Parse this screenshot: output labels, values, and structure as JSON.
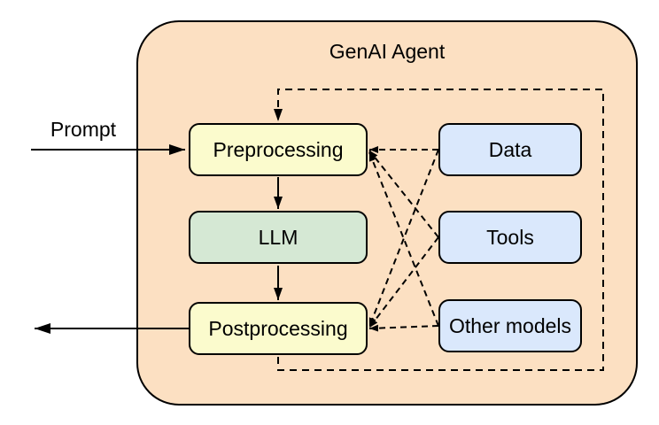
{
  "title": "GenAI Agent",
  "input_label": "Prompt",
  "nodes": {
    "preprocessing": {
      "label": "Preprocessing"
    },
    "llm": {
      "label": "LLM"
    },
    "postprocessing": {
      "label": "Postprocessing"
    },
    "data": {
      "label": "Data"
    },
    "tools": {
      "label": "Tools"
    },
    "other_models": {
      "label": "Other models"
    }
  },
  "colors": {
    "container_fill": "#FCE0C2",
    "process_fill": "#FBFBCD",
    "llm_fill": "#D5E8D4",
    "resource_fill": "#DAE8FC",
    "line": "#000000",
    "background": "#FFFFFF"
  },
  "edges": [
    {
      "from": "Prompt",
      "to": "Preprocessing",
      "style": "solid-arrow"
    },
    {
      "from": "Preprocessing",
      "to": "LLM",
      "style": "solid-arrow"
    },
    {
      "from": "LLM",
      "to": "Postprocessing",
      "style": "solid-arrow"
    },
    {
      "from": "Postprocessing",
      "to": "output",
      "style": "solid-arrow"
    },
    {
      "from": "Postprocessing",
      "to": "Preprocessing",
      "style": "dashed-feedback-loop"
    },
    {
      "from": "Data",
      "to": "Preprocessing",
      "style": "dashed-arrow"
    },
    {
      "from": "Tools",
      "to": "Preprocessing",
      "style": "dashed-arrow"
    },
    {
      "from": "Other models",
      "to": "Preprocessing",
      "style": "dashed-arrow"
    },
    {
      "from": "Data",
      "to": "Postprocessing",
      "style": "dashed-arrow"
    },
    {
      "from": "Tools",
      "to": "Postprocessing",
      "style": "dashed-arrow"
    },
    {
      "from": "Other models",
      "to": "Postprocessing",
      "style": "dashed-arrow"
    }
  ]
}
